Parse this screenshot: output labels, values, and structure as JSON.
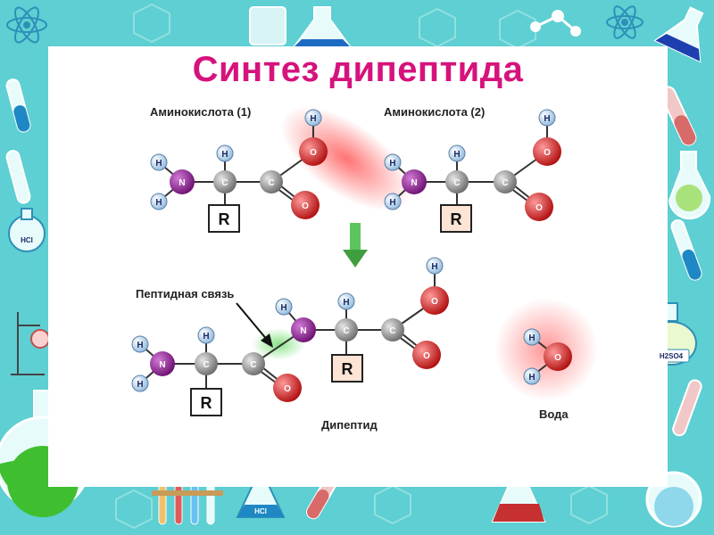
{
  "title": "Синтез дипептида",
  "labels": {
    "amino_acid_1": "Аминокислота (1)",
    "amino_acid_2": "Аминокислота (2)",
    "peptide_bond": "Пептидная связь",
    "dipeptide": "Дипептид",
    "water": "Вода"
  },
  "atoms": {
    "hydrogen": "H",
    "nitrogen": "N",
    "carbon": "C",
    "oxygen": "O",
    "radical": "R"
  },
  "decor": {
    "flask_label_1": "HCl",
    "flask_label_2": "H2SO4",
    "flask_label_3": "HCl"
  },
  "colors": {
    "title": "#d6127c",
    "background": "#5ecfd2",
    "nitrogen": "#8a1f8e",
    "carbon": "#8c8c8c",
    "oxygen": "#d81a1a",
    "hydrogen": "#b9d8f0",
    "arrow": "#4cb84c"
  }
}
